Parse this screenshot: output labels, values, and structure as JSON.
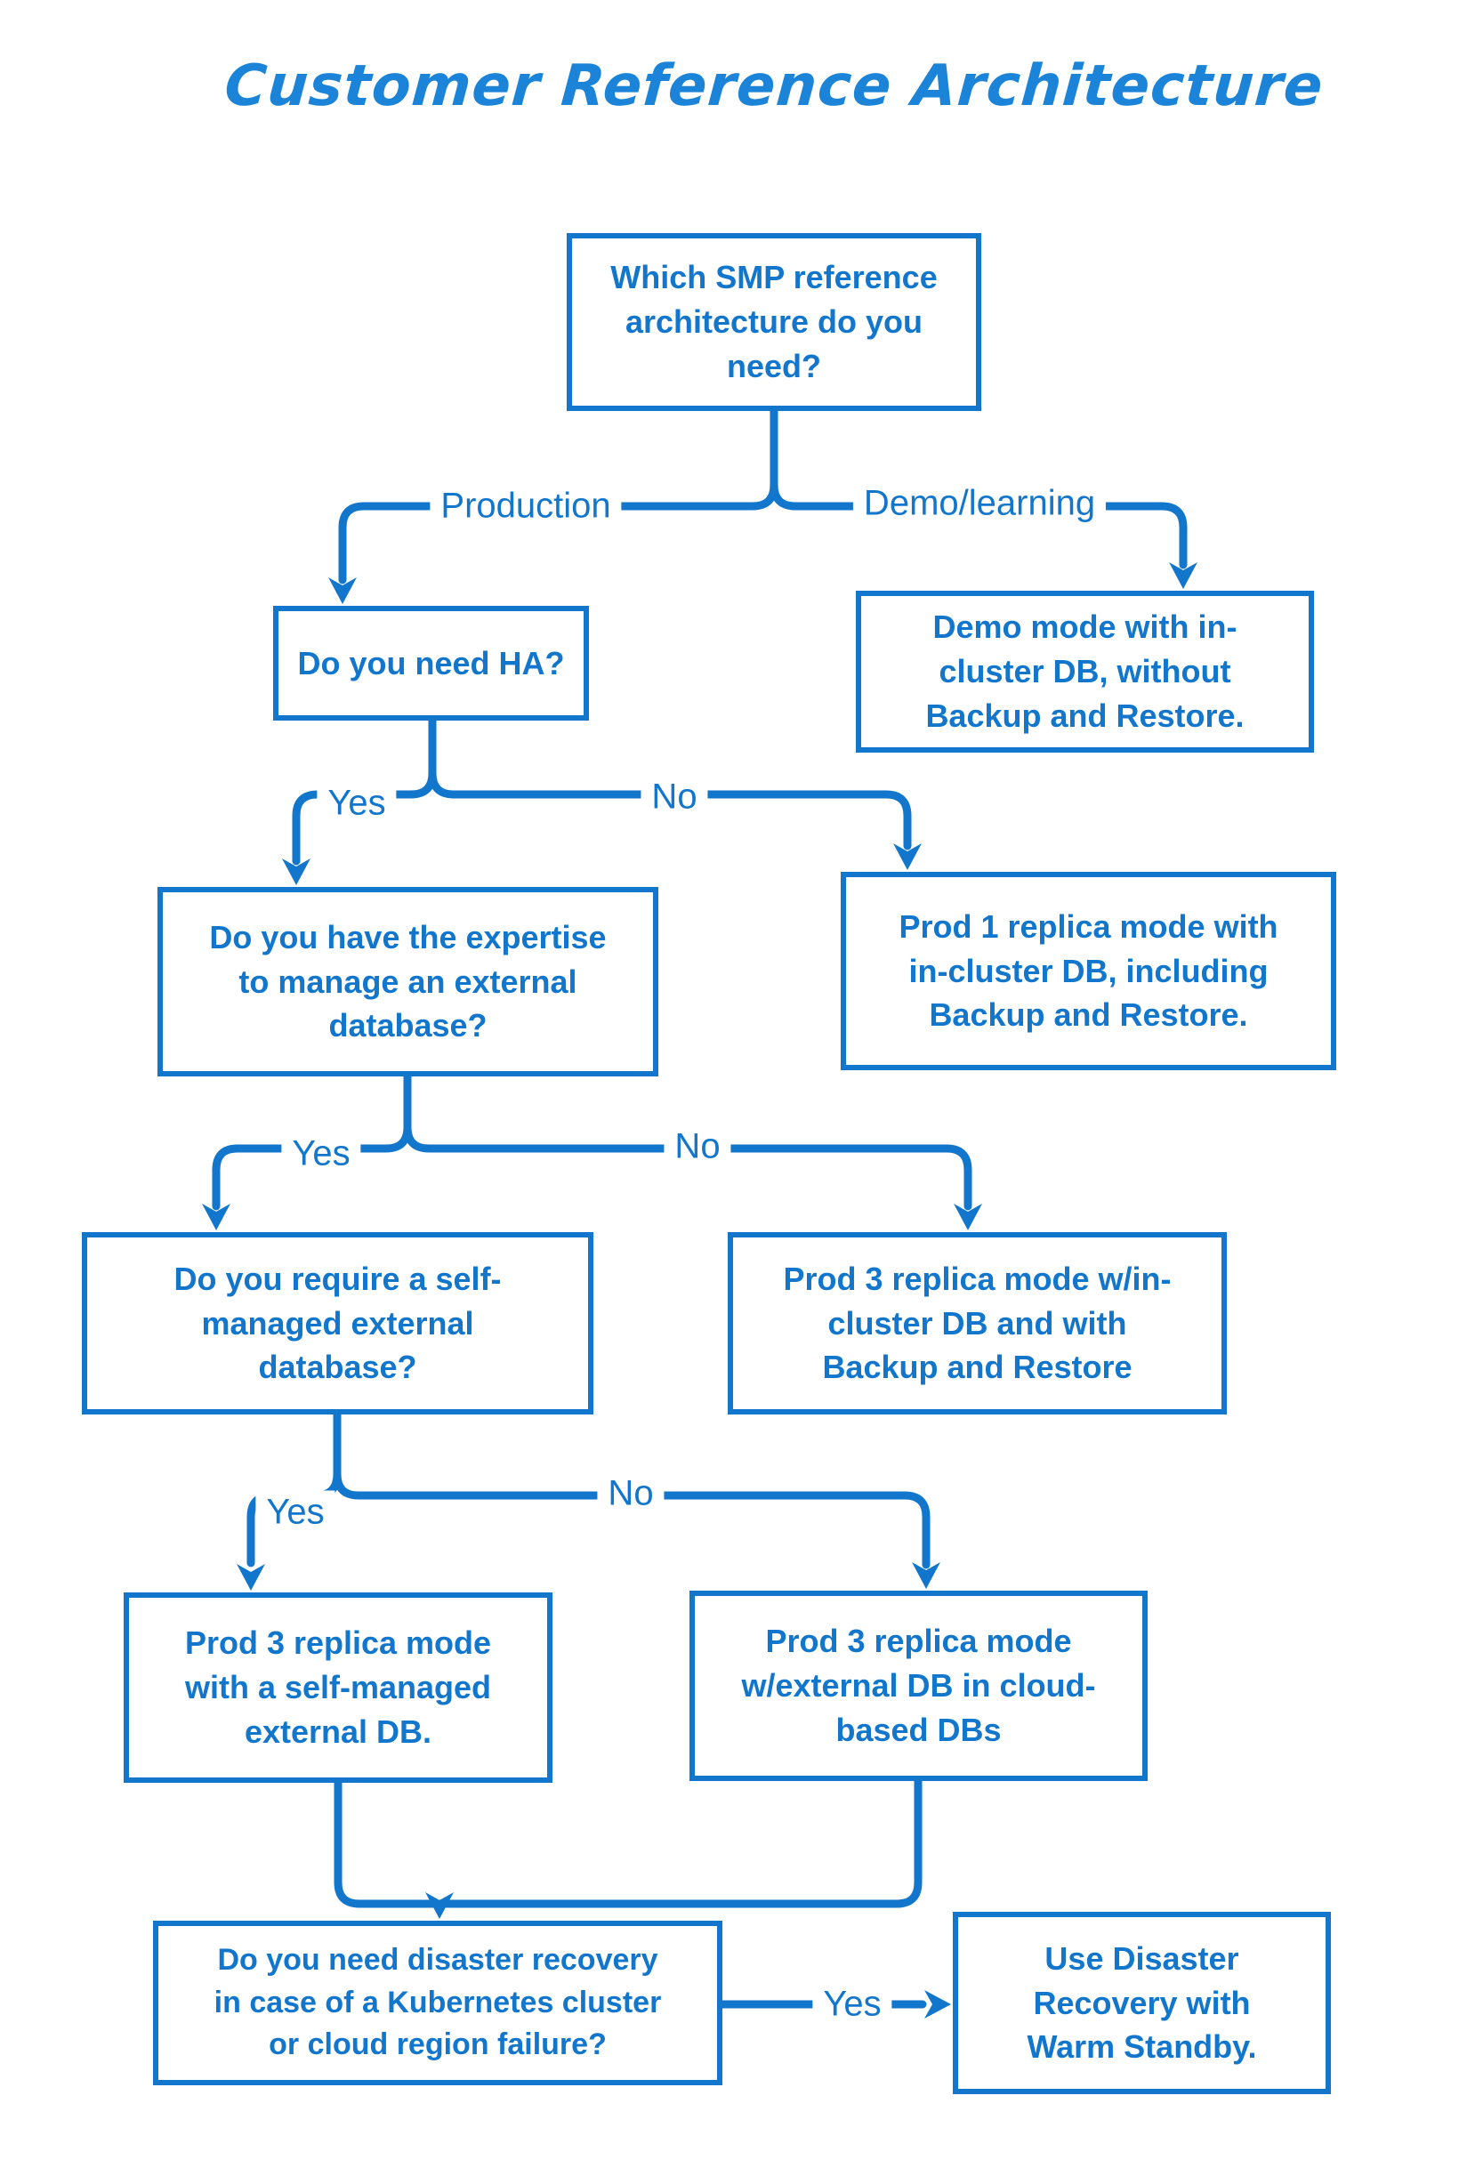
{
  "title": "Customer Reference Architecture",
  "colors": {
    "primary": "#1276cd",
    "title": "#1b84d8",
    "background": "#ffffff"
  },
  "nodes": {
    "q_reference": {
      "label": "Which SMP reference\narchitecture do you\nneed?"
    },
    "q_ha": {
      "label": "Do you need HA?"
    },
    "r_demo": {
      "label": "Demo mode with in-\ncluster DB, without\nBackup and Restore."
    },
    "q_expertise": {
      "label": "Do you have the expertise\nto manage an external\ndatabase?"
    },
    "r_prod1": {
      "label": "Prod 1 replica mode with\nin-cluster DB, including\nBackup and Restore."
    },
    "q_selfmanaged": {
      "label": "Do you require a self-\nmanaged external\ndatabase?"
    },
    "r_prod3_incluster": {
      "label": "Prod 3 replica mode w/in-\ncluster DB and with\nBackup and Restore"
    },
    "r_prod3_selfmanaged": {
      "label": "Prod 3 replica mode\nwith a self-managed\nexternal DB."
    },
    "r_prod3_cloud": {
      "label": "Prod 3 replica mode\nw/external DB in cloud-\nbased DBs"
    },
    "q_dr": {
      "label": "Do you need disaster recovery\nin case of a Kubernetes cluster\nor cloud region failure?"
    },
    "r_dr": {
      "label": "Use Disaster\nRecovery with\nWarm Standby."
    }
  },
  "labels": {
    "production": "Production",
    "demo_learning": "Demo/learning",
    "ha_yes": "Yes",
    "ha_no": "No",
    "expertise_yes": "Yes",
    "expertise_no": "No",
    "selfmanaged_yes": "Yes",
    "selfmanaged_no": "No",
    "dr_yes": "Yes"
  },
  "edges": [
    {
      "from": "q_reference",
      "to": "q_ha",
      "label": "Production"
    },
    {
      "from": "q_reference",
      "to": "r_demo",
      "label": "Demo/learning"
    },
    {
      "from": "q_ha",
      "to": "q_expertise",
      "label": "Yes"
    },
    {
      "from": "q_ha",
      "to": "r_prod1",
      "label": "No"
    },
    {
      "from": "q_expertise",
      "to": "q_selfmanaged",
      "label": "Yes"
    },
    {
      "from": "q_expertise",
      "to": "r_prod3_incluster",
      "label": "No"
    },
    {
      "from": "q_selfmanaged",
      "to": "r_prod3_selfmanaged",
      "label": "Yes"
    },
    {
      "from": "q_selfmanaged",
      "to": "r_prod3_cloud",
      "label": "No"
    },
    {
      "from": "r_prod3_selfmanaged",
      "to": "q_dr",
      "label": ""
    },
    {
      "from": "r_prod3_cloud",
      "to": "q_dr",
      "label": ""
    },
    {
      "from": "q_dr",
      "to": "r_dr",
      "label": "Yes"
    }
  ]
}
